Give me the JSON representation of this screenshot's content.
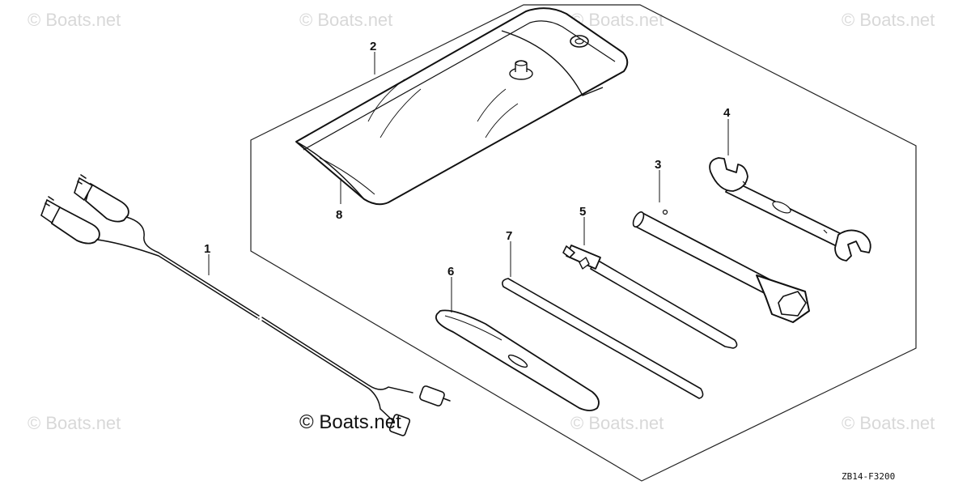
{
  "watermarks": {
    "top": [
      "© Boats.net",
      "© Boats.net",
      "© Boats.net",
      "© Boats.net"
    ],
    "bottom": [
      "© Boats.net",
      "© Boats.net",
      "© Boats.net"
    ],
    "main": "© Boats.net"
  },
  "parts": [
    {
      "callout": "1",
      "item": "charge cable"
    },
    {
      "callout": "2",
      "item": "tool bag"
    },
    {
      "callout": "3",
      "item": "spark plug wrench"
    },
    {
      "callout": "4",
      "item": "open-end wrench"
    },
    {
      "callout": "5",
      "item": "screwdriver"
    },
    {
      "callout": "6",
      "item": "screwdriver grip"
    },
    {
      "callout": "7",
      "item": "bar"
    },
    {
      "callout": "8",
      "item": "strap"
    }
  ],
  "drawing_code": "ZB14-F3200"
}
